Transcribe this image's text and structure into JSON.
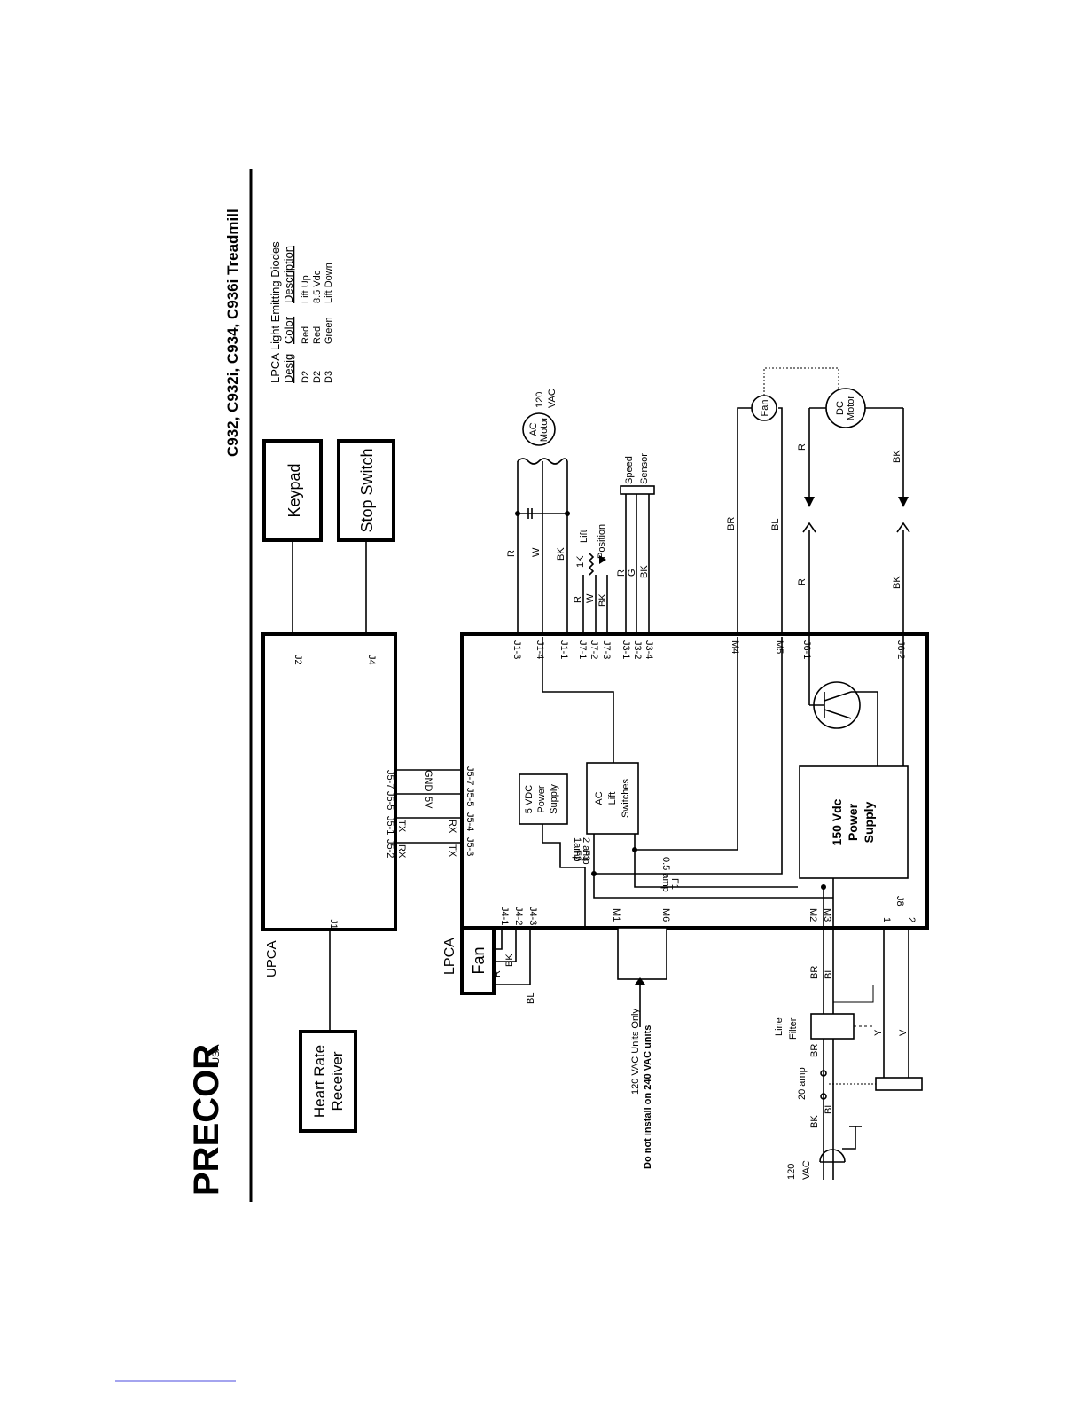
{
  "title": "C932, C932i, C934, C936i Treadmill",
  "brand": {
    "name": "PRECOR",
    "suffix": "USA"
  },
  "blocks": {
    "upca": "UPCA",
    "lpca": "LPCA",
    "keypad": "Keypad",
    "stop_switch": "Stop Switch",
    "heart_rate": [
      "Heart Rate",
      "Receiver"
    ],
    "fan_block": "Fan",
    "supply_5v": [
      "5 VDC",
      "Power",
      "Supply"
    ],
    "ac_lift": [
      "AC",
      "Lift",
      "Switches"
    ],
    "supply_150": [
      "150 Vdc",
      "Power",
      "Supply"
    ],
    "line_filter": [
      "Line",
      "Filter"
    ],
    "ac_motor": [
      "AC",
      "Motor"
    ],
    "ac_motor_rating": [
      "120",
      "VAC"
    ],
    "dc_motor": [
      "DC",
      "Motor"
    ],
    "fan_motor": "Fan",
    "speed_sensor": [
      "Speed",
      "Sensor"
    ],
    "lift_position": [
      "Lift",
      "Position"
    ],
    "supply_in": [
      "120",
      "VAC"
    ],
    "breaker": "20 amp"
  },
  "legend": {
    "heading": "LPCA Light Emitting Diodes",
    "columns": [
      "Desig",
      "Color",
      "Description"
    ],
    "rows": [
      [
        "D2",
        "Red",
        "Lift Up"
      ],
      [
        "D2",
        "Red",
        "8.5 Vdc"
      ],
      [
        "D3",
        "Green",
        "Lift Down"
      ]
    ]
  },
  "notes": {
    "line1": "120 VAC Units Only",
    "line2": "Do not install on 240 VAC units"
  },
  "pins": {
    "upca_j2": "J2",
    "upca_j4": "J4",
    "upca_j1": "J1",
    "upca_j5_7": "J5-7",
    "upca_j5_5": "J5-5",
    "upca_j5_1": "J5-1",
    "upca_j5_2": "J5-2",
    "lpca_j5_7": "J5-7",
    "lpca_j5_5": "J5-5",
    "lpca_j5_4": "J5-4",
    "lpca_j5_3": "J5-3",
    "j1_3": "J1-3",
    "j1_4": "J1-4",
    "j1_1": "J1-1",
    "j7_1": "J7-1",
    "j7_2": "J7-2",
    "j7_3": "J7-3",
    "j3_1": "J3-1",
    "j3_2": "J3-2",
    "j3_4": "J3-4",
    "m4": "M4",
    "m5": "M5",
    "j6_1": "J6-1",
    "j6_2": "J6-2",
    "j4_1": "J4-1",
    "j4_2": "J4-2",
    "j4_3": "J4-3",
    "m1": "M1",
    "m6": "M6",
    "m2": "M2",
    "m3": "M3",
    "j8": "J8",
    "j8_1": "1",
    "j8_2": "2"
  },
  "signals": {
    "gnd": "GND",
    "v5": "5V",
    "tx": "TX",
    "rx": "RX",
    "tx2": "TX",
    "rx2": "RX"
  },
  "fuses": {
    "f2": "F2",
    "f2_rating": "1amp",
    "f3": "F3",
    "f3_rating": "2 amp",
    "f1": "F1",
    "f1_rating": "0.5 amp"
  },
  "wires": {
    "r": "R",
    "w": "W",
    "bk": "BK",
    "g": "G",
    "br": "BR",
    "bl": "BL",
    "y": "Y",
    "v": "V",
    "pot_1k": "1K"
  }
}
